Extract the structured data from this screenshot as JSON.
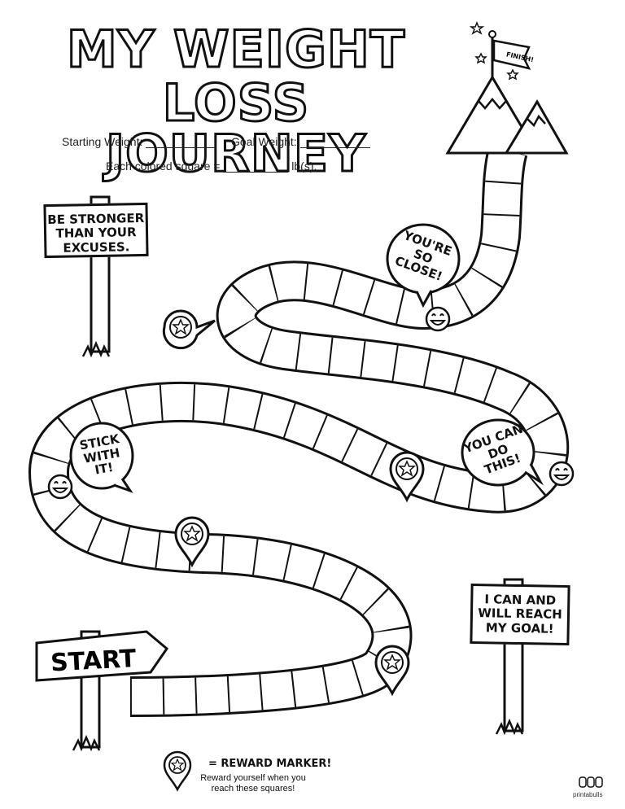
{
  "title": {
    "line1": "MY WEIGHT",
    "line2": "LOSS JOURNEY"
  },
  "fields": {
    "starting_weight": "Starting Weight:",
    "goal_weight": "Goal Weight:",
    "square_value_prefix": "Each colored square =",
    "square_value_suffix": "lb(s)."
  },
  "signs": {
    "top_left": "BE STRONGER THAN YOUR EXCUSES.",
    "bottom_right": "I CAN AND WILL REACH MY GOAL!",
    "start": "START",
    "finish_flag": "FINISH!"
  },
  "bubbles": {
    "close": "YOU'RE SO CLOSE!",
    "stick": "STICK WITH IT!",
    "can_do": "YOU CAN DO THIS!"
  },
  "legend": {
    "label": "= REWARD MARKER!",
    "description": "Reward yourself when you reach these squares!"
  },
  "brand": "printabulls",
  "icons": [
    "star-marker-icon",
    "smiley-face-icon",
    "mountain-icon",
    "flag-icon",
    "star-icon",
    "grass-icon"
  ]
}
